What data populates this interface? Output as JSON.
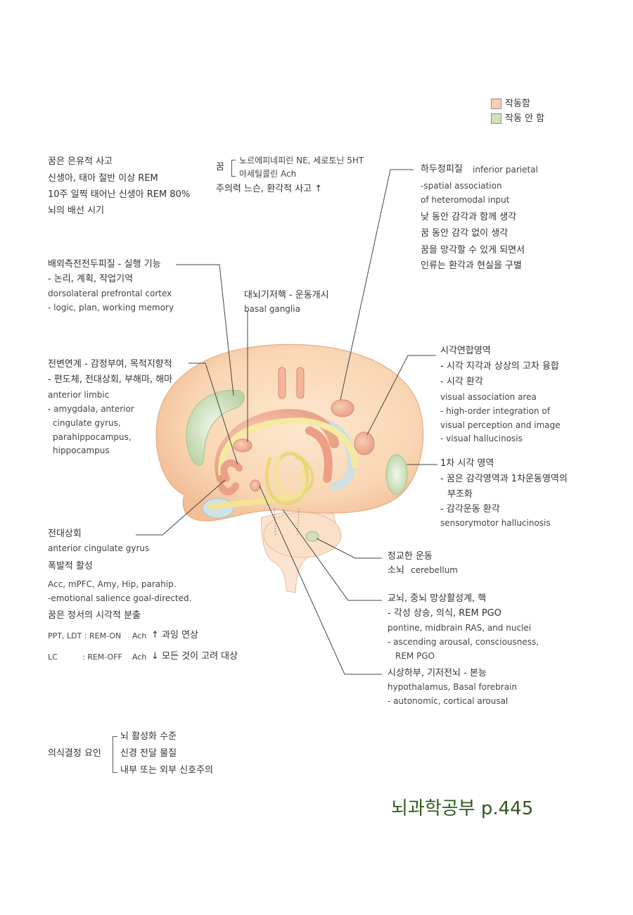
{
  "legend": {
    "active_label": "작동함",
    "inactive_label": "작동 안 함",
    "active_color": "#f7cdb5",
    "inactive_color": "#cfe0bd"
  },
  "intro": [
    "꿈은 은유적 사고",
    "신생아, 태아 절반 이상 REM",
    "10주 일찍 태어난 신생아 REM 80%",
    "뇌의 배선 시기"
  ],
  "dream_top": {
    "prefix": "꿈",
    "line1": "노르에피네피린  NE, 세로토닌  5HT",
    "line2": "아세틸콜린  Ach",
    "line3": "주의력 느슨, 환각적 사고  ↑"
  },
  "inferior_parietal": {
    "title": "하두정피질",
    "title_en": "inferior parietal",
    "en1": "-spatial association",
    "en2": "of heteromodal input",
    "ko1": "낮 동안 감각과 함께 생각",
    "ko2": "꿈 동안 감각 없이 생각",
    "ko3": "꿈을 망각할 수 있게 되면서",
    "ko4": "인류는 환각과 현실을 구별"
  },
  "dlpfc": {
    "ko1": "배외측전전두피질 - 실행 기능",
    "ko2": "- 논리, 계획, 작업기억",
    "en1": "dorsolateral prefrontal cortex",
    "en2": "- logic, plan, working memory"
  },
  "basal_ganglia": {
    "ko": "대뇌기저핵 - 운동개시",
    "en": "basal ganglia"
  },
  "limbic": {
    "ko1": "전변연계 - 감정부여, 목적지향적",
    "ko2": "- 편도체, 전대상회, 부해마, 해마",
    "en1": "anterior limbic",
    "en2": "- amygdala, anterior",
    "en3": "cingulate gyrus,",
    "en4": "parahippocampus,",
    "en5": "hippocampus"
  },
  "visual_assoc": {
    "ko1": "시각연합영역",
    "ko2": "- 시각 지각과 상상의 고차 융합",
    "ko3": "- 시각 환각",
    "en1": "visual association area",
    "en2": "- high-order integration of",
    "en3": "visual perception and image",
    "en4": "- visual hallucinosis"
  },
  "primary_visual": {
    "ko1": "1차 시각 영역",
    "ko2": "- 꿈은 감각영역과 1차운동영역의",
    "ko3": "부조화",
    "ko4": "- 감각운동 환각",
    "en1": "sensorymotor hallucinosis"
  },
  "acc": {
    "ko1": "전대상회",
    "en1": "anterior cingulate gyrus",
    "ko2": "폭발적 활성",
    "en2": "Acc, mPFC, Amy, Hip, parahip.",
    "en3": "-emotional salience goal-directed.",
    "ko3": "꿈은 정서의 시각적 분출",
    "ppt_label": "PPT, LDT : REM-ON",
    "ppt_ach": "Ach",
    "ppt_result": "↑ 과잉 연상",
    "lc_label": "LC",
    "lc_mid": ": REM-OFF",
    "lc_ach": "Ach",
    "lc_result": "↓ 모든 것이 고려 대상"
  },
  "cerebellum": {
    "ko": "정교한 운동",
    "ko2": "소뇌",
    "en": "cerebellum"
  },
  "pons": {
    "ko1": "교뇌, 중뇌 망상활성계, 핵",
    "ko2": "- 각성 상승, 의식, REM PGO",
    "en1": "pontine, midbrain RAS, and nuclei",
    "en2": "- ascending arousal, consciousness,",
    "en3": "REM PGO"
  },
  "hypothalamus": {
    "ko1": "시상하부, 기저전뇌 - 본능",
    "en1": "hypothalamus, Basal forebrain",
    "en2": "- autonomic, cortical arousal"
  },
  "consciousness": {
    "label": "의식결정 요인",
    "items": [
      "뇌 활성화 수준",
      "신경 전달 물질",
      "내부 또는 외부 신호주의"
    ]
  },
  "footer": "뇌과학공부  p.445"
}
